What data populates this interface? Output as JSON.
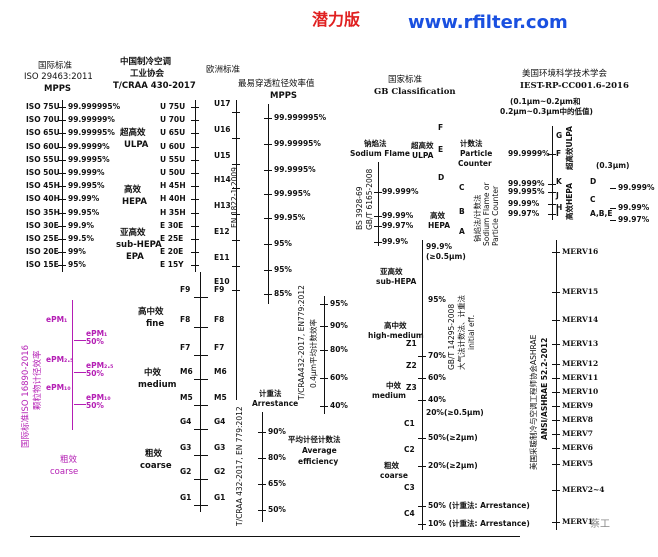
{
  "header": {
    "brand_cn": "潜力版",
    "website": "www.rfilter.com",
    "watermark": "蔡工"
  },
  "colors": {
    "brand_red": "#e02020",
    "website_blue": "#1a50e0",
    "purple": "#b41eb4"
  },
  "iso29463": {
    "title_cn": "国际标准",
    "title_std": "ISO 29463:2011",
    "title_unit": "MPPS",
    "classes": [
      "ISO 75U",
      "ISO 70U",
      "ISO 65U",
      "ISO 60U",
      "ISO 55U",
      "ISO 50U",
      "ISO 45H",
      "ISO 40H",
      "ISO 35H",
      "ISO 30E",
      "ISO 25E",
      "ISO 20E",
      "ISO 15E"
    ],
    "values": [
      "99.999995%",
      "99.99999%",
      "99.99995%",
      "99.9999%",
      "99.9995%",
      "99.999%",
      "99.995%",
      "99.99%",
      "99.95%",
      "99.9%",
      "99.5%",
      "99%",
      "95%"
    ]
  },
  "crma": {
    "title_l1": "中国制冷空调",
    "title_l2": "工业协会",
    "title_l3": "T/CRAA 430-2017",
    "uf_classes": [
      "U 75U",
      "U 70U",
      "U 65U",
      "U 60U",
      "U 55U",
      "U 50U",
      "H 45H",
      "H 40H",
      "H 35H",
      "E 30E",
      "E 25E",
      "E 20E",
      "E 15Y"
    ],
    "group_ulpa_cn": "超高效",
    "group_ulpa_en": "ULPA",
    "group_hepa_cn": "高效",
    "group_hepa_en": "HEPA",
    "group_subhepa_cn": "亚高效",
    "group_subhepa_en": "sub-HEPA",
    "group_epa_en": "EPA",
    "group_fine_cn": "高中效",
    "group_fine_en": "fine",
    "group_medium_cn": "中效",
    "group_medium_en": "medium",
    "group_coarse_cn": "粗效",
    "group_coarse_en": "coarse",
    "left_classes": [
      "F9",
      "F8",
      "F7",
      "M6",
      "M5",
      "G4",
      "G3",
      "G2",
      "G1"
    ],
    "right_classes": [
      "F9",
      "F8",
      "F7",
      "M6",
      "M5",
      "G4",
      "G3",
      "G2",
      "G1"
    ]
  },
  "en1822": {
    "title_cn": "欧洲标准",
    "classes": [
      "U17",
      "U16",
      "U15",
      "H14",
      "H13",
      "E12",
      "E11",
      "E10"
    ],
    "mpps_title": "最易穿透粒径效率值",
    "mpps_unit": "MPPS",
    "mpps_values": [
      "99.999995%",
      "99.99995%",
      "99.9995%",
      "99.995%",
      "99.95%",
      "95%",
      "95%",
      "85%"
    ],
    "std_label": "EN 1822-1:2009"
  },
  "en779": {
    "avg_values": [
      "95%",
      "90%",
      "80%",
      "60%",
      "40%"
    ],
    "avg_std": "T/CRAA432-2017, EN779:2012",
    "avg_method": "0.4μm平均计数效率",
    "arrest_title_cn": "计重法",
    "arrest_title_en": "Arrestance",
    "arrest_values": [
      "90%",
      "80%",
      "65%",
      "50%"
    ],
    "arrest_std": "T/CRAA 432-2017, EN 779:2012",
    "avg_title_cn": "平均计径计数法",
    "avg_title_en1": "Average",
    "avg_title_en2": "efficiency"
  },
  "gb": {
    "title_cn": "国家标准",
    "title_en": "GB Classification",
    "sodium_cn": "钠焰法",
    "sodium_en": "Sodium Flame",
    "sodium_values": [
      "99.999%",
      "99.99%",
      "99.97%",
      "99.9%"
    ],
    "sodium_std1": "BS 3928-69",
    "sodium_std2": "GB/T 6165-2008",
    "ulpa_cn": "超高效",
    "ulpa_en": "ULPA",
    "ulpa_letters": [
      "F",
      "E",
      "D"
    ],
    "counter_cn": "计数法",
    "counter_en1": "Particle",
    "counter_en2": "Counter",
    "hepa_letters": [
      "C",
      "B",
      "A"
    ],
    "hepa_cn": "高效",
    "hepa_en": "HEPA",
    "method_cn": "钠焰法/计数法",
    "method_en1": "Sodium Flame or",
    "method_en2": "Particle Counter",
    "subhepa_top": "99.9%",
    "subhepa_top2": "(≥0.5μm)",
    "subhepa_cn": "亚高效",
    "subhepa_en": "sub-HEPA",
    "subhepa_value": "95%",
    "hm_cn": "高中效",
    "hm_en": "high-medium",
    "z_classes": [
      "Z1",
      "Z2",
      "Z3"
    ],
    "z_values": [
      "70%",
      "60%",
      "40%"
    ],
    "med_cn": "中效",
    "med_en": "medium",
    "z3_value": "20%(≥0.5μm)",
    "c_classes": [
      "C1",
      "C2",
      "C3",
      "C4"
    ],
    "c_values": [
      "50%(≥2μm)",
      "20%(≥2μm)",
      "50% (计重法: Arrestance)",
      "10% (计重法: Arrestance)"
    ],
    "coarse_cn": "粗效",
    "coarse_en": "coarse",
    "std_lines": [
      "GB/T 14295-2008",
      "大气法计数法、计重法",
      "initial eff."
    ]
  },
  "iest": {
    "title_cn": "美国环境科学技术学会",
    "title_std": "IEST-RP-CC001.6-2016",
    "subtitle1": "(0.1μm~0.2μm和",
    "subtitle2": "0.2μm~0.3μm中的低值)",
    "letters_left": [
      "G",
      "F",
      "K",
      "J",
      "H",
      "I"
    ],
    "values_left": [
      "99.9999%",
      "99.999%",
      "99.995%",
      "99.99%",
      "99.97%"
    ],
    "ulpa_rot": "超高效ULPA",
    "hepa_rot": "高效HEPA",
    "right_note": "(0.3μm)",
    "letters_right": [
      "D",
      "C",
      "A,B,E"
    ],
    "values_right": [
      "99.999%",
      "99.99%",
      "99.97%"
    ]
  },
  "ashrae": {
    "merv": [
      "MERV16",
      "MERV15",
      "MERV14",
      "MERV13",
      "MERV12",
      "MERV11",
      "MERV10",
      "MERV9",
      "MERV8",
      "MERV7",
      "MERV6",
      "MERV5",
      "MERV2~4",
      "MERV1"
    ],
    "std_cn": "美国采暖制冷与空调工程师协会ASHRAE",
    "std_en": "ANSI/ASHRAE 52.2-2012"
  },
  "iso16890": {
    "epm_left": [
      "ePM₁",
      "ePM₂.₅",
      "ePM₁₀"
    ],
    "epm_right": [
      "ePM₁ 50%",
      "ePM₂.₅ 50%",
      "ePM₁₀ 50%"
    ],
    "coarse_cn": "粗效",
    "coarse_en": "coarse",
    "std_label": "国际标准ISO 16890-2016",
    "std_label2": "颗粒物计径效率"
  }
}
